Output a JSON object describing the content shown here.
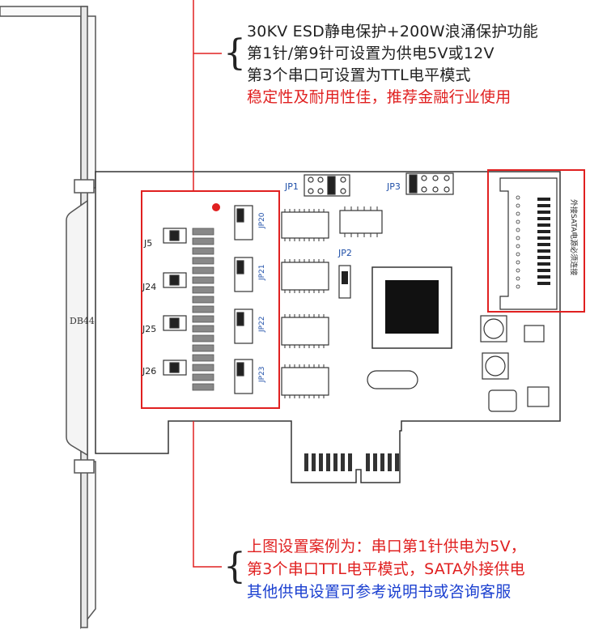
{
  "notes_top": [
    "30KV ESD静电保护+200W浪涌保护功能",
    "第1针/第9针可设置为供电5V或12V",
    "第3个串口可设置为TTL电平模式",
    "稳定性及耐用性佳，推荐金融行业使用"
  ],
  "notes_bottom": [
    "上图设置案例为：串口第1针供电为5V，",
    "第3个串口TTL电平模式，SATA外接供电",
    "其他供电设置可参考说明书或咨询客服"
  ],
  "connector_label": "DB44",
  "port_labels": [
    "J5",
    "J24",
    "J25",
    "J26"
  ],
  "jumper_labels": [
    "JP1",
    "JP2",
    "JP3"
  ],
  "vertical_jumpers": [
    "JP20",
    "JP21",
    "JP22",
    "JP23"
  ],
  "sata_label": "外接SATA电源必须连接",
  "brace_symbol": "{",
  "colors": {
    "highlight": "#e02020",
    "outline": "#333333",
    "note_blue": "#1a3fd0"
  }
}
